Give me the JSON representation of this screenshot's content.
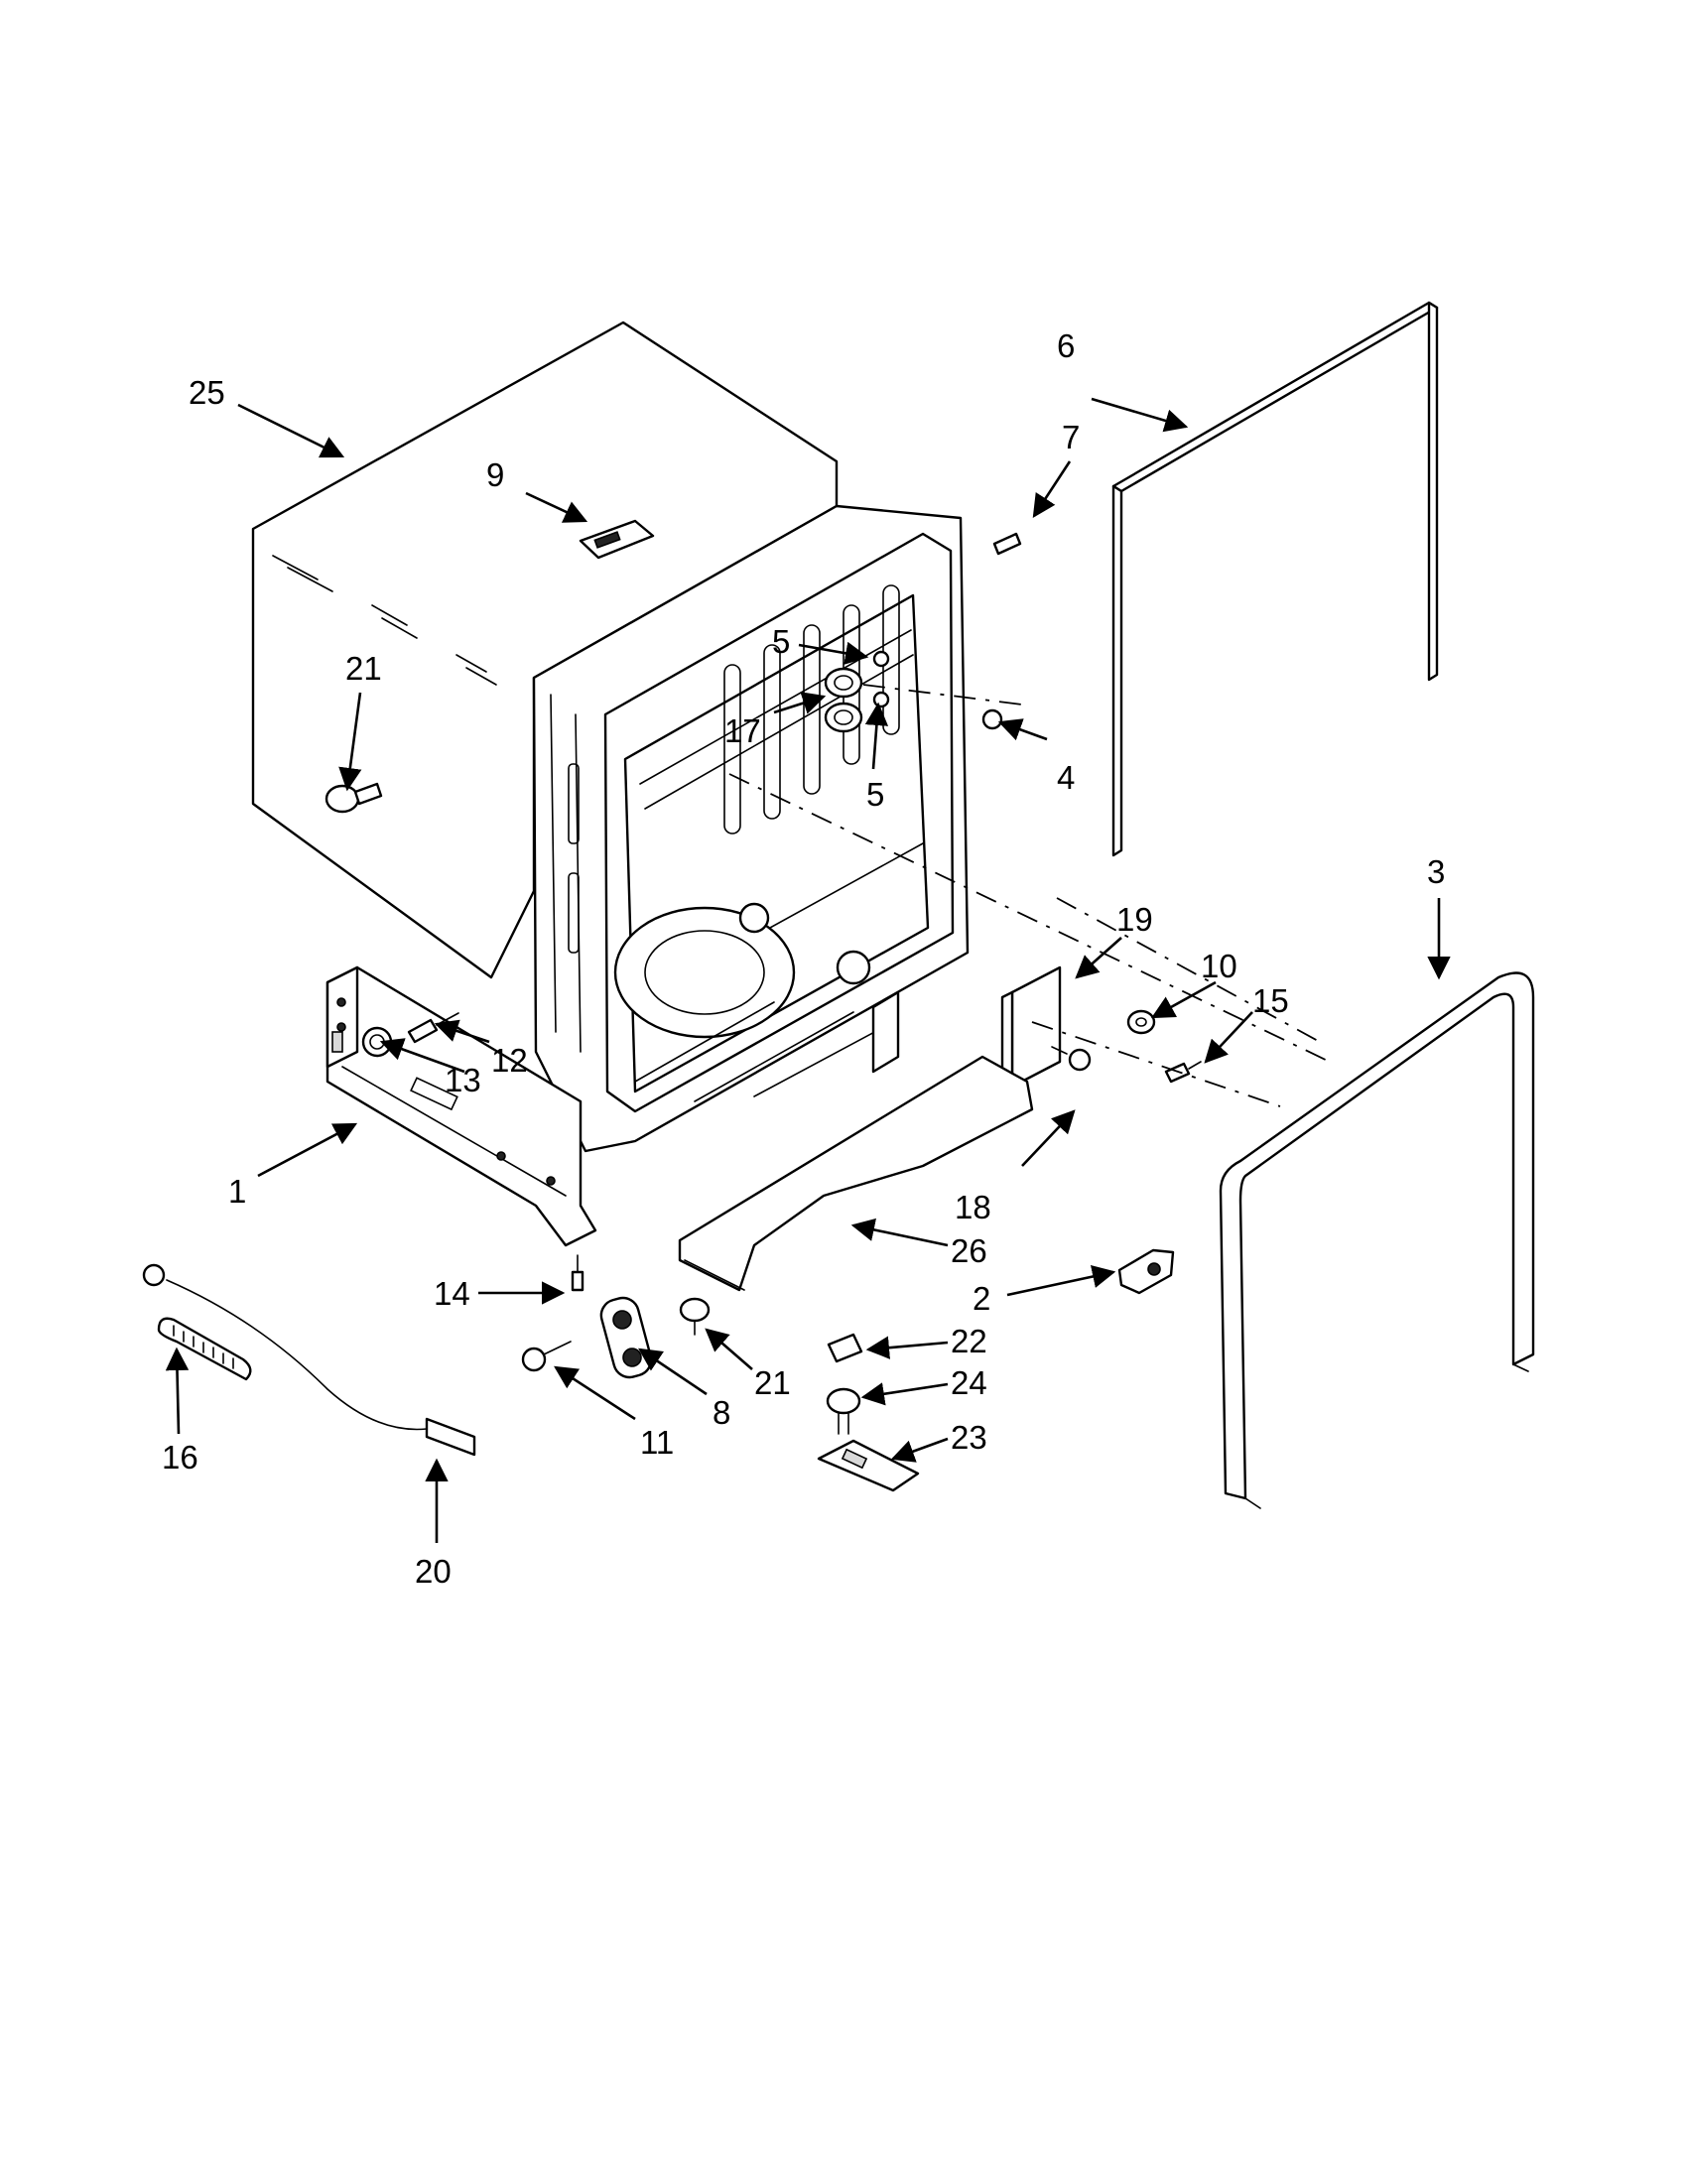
{
  "callouts": [
    {
      "id": "c1",
      "label": "1"
    },
    {
      "id": "c2",
      "label": "2"
    },
    {
      "id": "c3",
      "label": "3"
    },
    {
      "id": "c4",
      "label": "4"
    },
    {
      "id": "c5a",
      "label": "5"
    },
    {
      "id": "c5b",
      "label": "5"
    },
    {
      "id": "c6",
      "label": "6"
    },
    {
      "id": "c7",
      "label": "7"
    },
    {
      "id": "c8",
      "label": "8"
    },
    {
      "id": "c9",
      "label": "9"
    },
    {
      "id": "c10",
      "label": "10"
    },
    {
      "id": "c11",
      "label": "11"
    },
    {
      "id": "c12",
      "label": "12"
    },
    {
      "id": "c13",
      "label": "13"
    },
    {
      "id": "c14",
      "label": "14"
    },
    {
      "id": "c15",
      "label": "15"
    },
    {
      "id": "c16",
      "label": "16"
    },
    {
      "id": "c17",
      "label": "17"
    },
    {
      "id": "c18",
      "label": "18"
    },
    {
      "id": "c19",
      "label": "19"
    },
    {
      "id": "c20",
      "label": "20"
    },
    {
      "id": "c21a",
      "label": "21"
    },
    {
      "id": "c21b",
      "label": "21"
    },
    {
      "id": "c22",
      "label": "22"
    },
    {
      "id": "c23",
      "label": "23"
    },
    {
      "id": "c24",
      "label": "24"
    },
    {
      "id": "c25",
      "label": "25"
    },
    {
      "id": "c26",
      "label": "26"
    }
  ]
}
